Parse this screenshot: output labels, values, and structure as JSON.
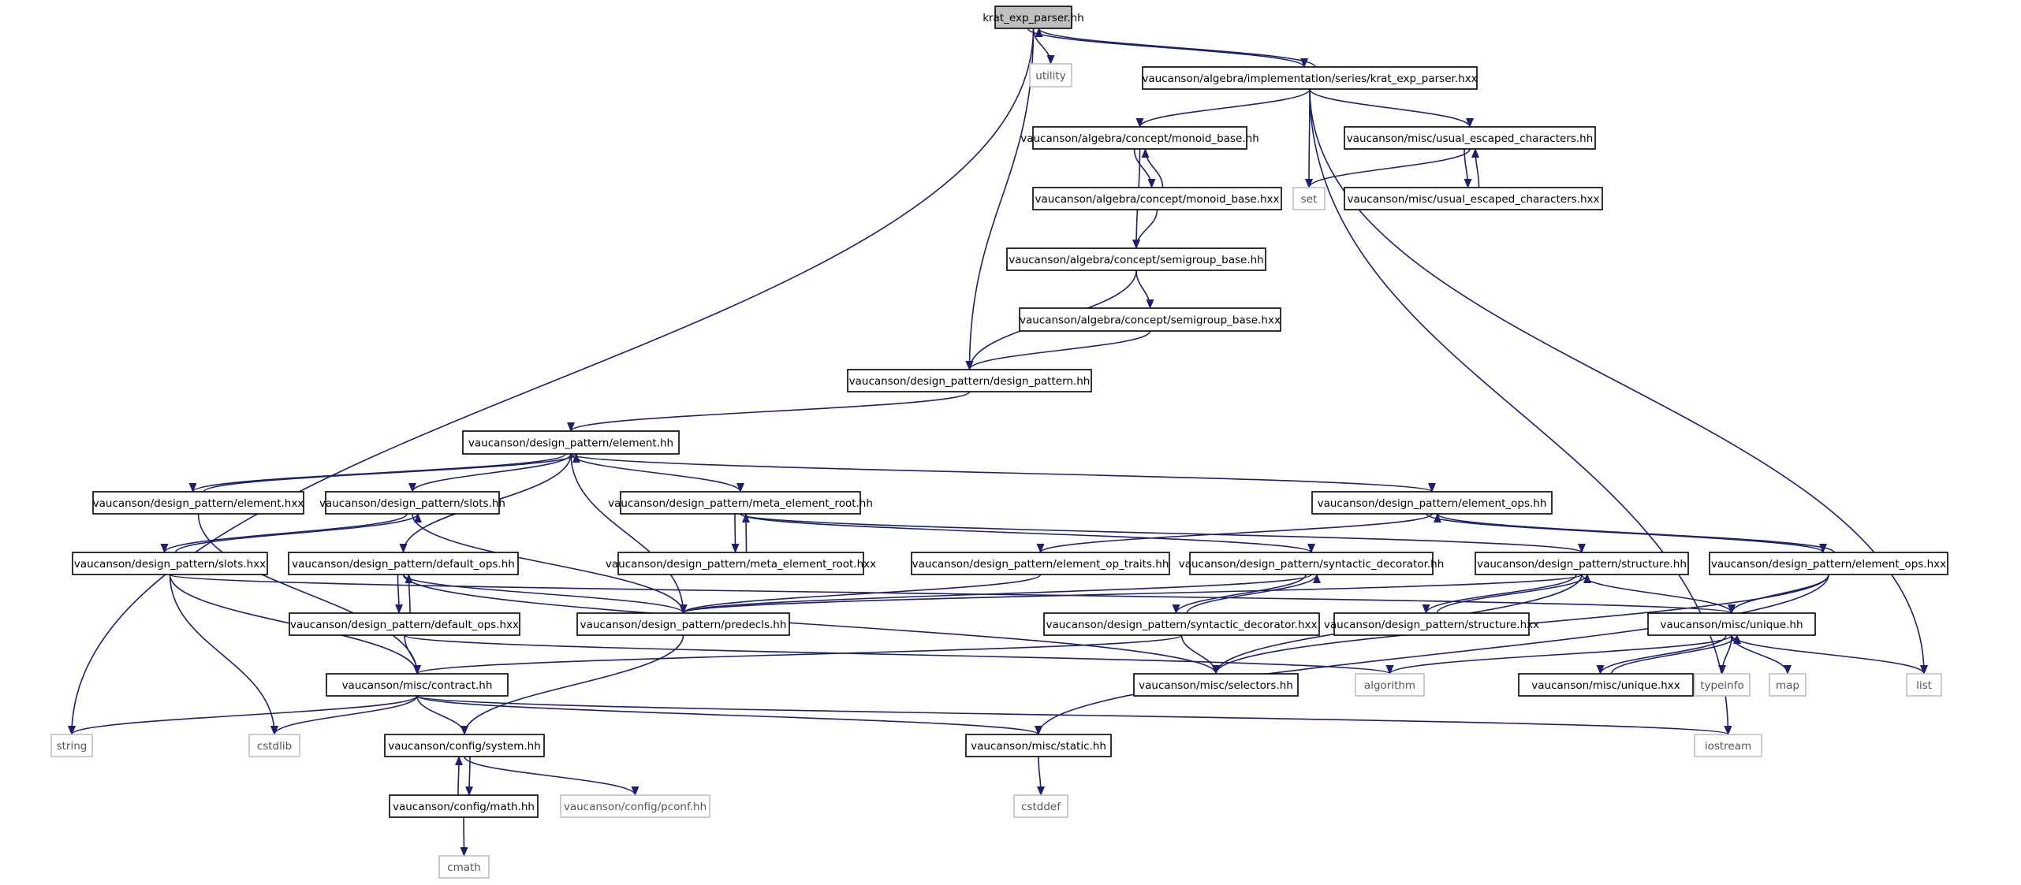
{
  "colors": {
    "edge": "#1b1f6e",
    "box_border": "#000000",
    "external_border": "#bfbfbf",
    "root_fill": "#bfbfbf",
    "fill": "#ffffff"
  },
  "graph": {
    "nodes": [
      {
        "id": "root",
        "label": "krat_exp_parser.hh",
        "kind": "root"
      },
      {
        "id": "utility",
        "label": "utility",
        "kind": "external"
      },
      {
        "id": "series_hxx",
        "label": "vaucanson/algebra/implementation/series/krat_exp_parser.hxx",
        "kind": "file"
      },
      {
        "id": "monoid_hh",
        "label": "vaucanson/algebra/concept/monoid_base.hh",
        "kind": "file"
      },
      {
        "id": "usual_hh",
        "label": "vaucanson/misc/usual_escaped_characters.hh",
        "kind": "file"
      },
      {
        "id": "monoid_hxx",
        "label": "vaucanson/algebra/concept/monoid_base.hxx",
        "kind": "file"
      },
      {
        "id": "set",
        "label": "set",
        "kind": "external"
      },
      {
        "id": "usual_hxx",
        "label": "vaucanson/misc/usual_escaped_characters.hxx",
        "kind": "file"
      },
      {
        "id": "semigroup_hh",
        "label": "vaucanson/algebra/concept/semigroup_base.hh",
        "kind": "file"
      },
      {
        "id": "semigroup_hxx",
        "label": "vaucanson/algebra/concept/semigroup_base.hxx",
        "kind": "file"
      },
      {
        "id": "dp_hh",
        "label": "vaucanson/design_pattern/design_pattern.hh",
        "kind": "file"
      },
      {
        "id": "element_hh",
        "label": "vaucanson/design_pattern/element.hh",
        "kind": "file"
      },
      {
        "id": "element_hxx",
        "label": "vaucanson/design_pattern/element.hxx",
        "kind": "file"
      },
      {
        "id": "slots_hh",
        "label": "vaucanson/design_pattern/slots.hh",
        "kind": "file"
      },
      {
        "id": "mer_hh",
        "label": "vaucanson/design_pattern/meta_element_root.hh",
        "kind": "file"
      },
      {
        "id": "eops_hh",
        "label": "vaucanson/design_pattern/element_ops.hh",
        "kind": "file"
      },
      {
        "id": "slots_hxx",
        "label": "vaucanson/design_pattern/slots.hxx",
        "kind": "file"
      },
      {
        "id": "dops_hh",
        "label": "vaucanson/design_pattern/default_ops.hh",
        "kind": "file"
      },
      {
        "id": "mer_hxx",
        "label": "vaucanson/design_pattern/meta_element_root.hxx",
        "kind": "file"
      },
      {
        "id": "eopt_hh",
        "label": "vaucanson/design_pattern/element_op_traits.hh",
        "kind": "file"
      },
      {
        "id": "sdec_hh",
        "label": "vaucanson/design_pattern/syntactic_decorator.hh",
        "kind": "file"
      },
      {
        "id": "struct_hh",
        "label": "vaucanson/design_pattern/structure.hh",
        "kind": "file"
      },
      {
        "id": "eops_hxx",
        "label": "vaucanson/design_pattern/element_ops.hxx",
        "kind": "file"
      },
      {
        "id": "dops_hxx",
        "label": "vaucanson/design_pattern/default_ops.hxx",
        "kind": "file"
      },
      {
        "id": "predecls",
        "label": "vaucanson/design_pattern/predecls.hh",
        "kind": "file"
      },
      {
        "id": "sdec_hxx",
        "label": "vaucanson/design_pattern/syntactic_decorator.hxx",
        "kind": "file"
      },
      {
        "id": "struct_hxx",
        "label": "vaucanson/design_pattern/structure.hxx",
        "kind": "file"
      },
      {
        "id": "unique_hh",
        "label": "vaucanson/misc/unique.hh",
        "kind": "file"
      },
      {
        "id": "contract",
        "label": "vaucanson/misc/contract.hh",
        "kind": "file"
      },
      {
        "id": "selectors",
        "label": "vaucanson/misc/selectors.hh",
        "kind": "file"
      },
      {
        "id": "algorithm",
        "label": "algorithm",
        "kind": "external"
      },
      {
        "id": "unique_hxx",
        "label": "vaucanson/misc/unique.hxx",
        "kind": "file"
      },
      {
        "id": "typeinfo",
        "label": "typeinfo",
        "kind": "external"
      },
      {
        "id": "map",
        "label": "map",
        "kind": "external"
      },
      {
        "id": "list",
        "label": "list",
        "kind": "external"
      },
      {
        "id": "string",
        "label": "string",
        "kind": "external"
      },
      {
        "id": "cstdlib",
        "label": "cstdlib",
        "kind": "external"
      },
      {
        "id": "system",
        "label": "vaucanson/config/system.hh",
        "kind": "file"
      },
      {
        "id": "static",
        "label": "vaucanson/misc/static.hh",
        "kind": "file"
      },
      {
        "id": "iostream",
        "label": "iostream",
        "kind": "external"
      },
      {
        "id": "math",
        "label": "vaucanson/config/math.hh",
        "kind": "file"
      },
      {
        "id": "pconf",
        "label": "vaucanson/config/pconf.hh",
        "kind": "external"
      },
      {
        "id": "cstddef",
        "label": "cstddef",
        "kind": "external"
      },
      {
        "id": "cmath",
        "label": "cmath",
        "kind": "external"
      }
    ],
    "edges": [
      [
        "root",
        "utility"
      ],
      [
        "root",
        "series_hxx"
      ],
      [
        "series_hxx",
        "root"
      ],
      [
        "root",
        "string"
      ],
      [
        "root",
        "dp_hh"
      ],
      [
        "series_hxx",
        "monoid_hh"
      ],
      [
        "series_hxx",
        "usual_hh"
      ],
      [
        "series_hxx",
        "set"
      ],
      [
        "series_hxx",
        "list"
      ],
      [
        "series_hxx",
        "iostream"
      ],
      [
        "monoid_hh",
        "monoid_hxx"
      ],
      [
        "monoid_hxx",
        "monoid_hh"
      ],
      [
        "monoid_hh",
        "semigroup_hh"
      ],
      [
        "monoid_hxx",
        "semigroup_hh"
      ],
      [
        "usual_hh",
        "set"
      ],
      [
        "usual_hh",
        "usual_hxx"
      ],
      [
        "usual_hxx",
        "usual_hh"
      ],
      [
        "semigroup_hh",
        "semigroup_hxx"
      ],
      [
        "semigroup_hh",
        "dp_hh"
      ],
      [
        "semigroup_hxx",
        "dp_hh"
      ],
      [
        "dp_hh",
        "element_hh"
      ],
      [
        "element_hh",
        "element_hxx"
      ],
      [
        "element_hxx",
        "element_hh"
      ],
      [
        "element_hh",
        "slots_hh"
      ],
      [
        "element_hh",
        "mer_hh"
      ],
      [
        "element_hh",
        "eops_hh"
      ],
      [
        "element_hh",
        "dops_hh"
      ],
      [
        "element_hh",
        "predecls"
      ],
      [
        "element_hxx",
        "contract"
      ],
      [
        "slots_hh",
        "slots_hxx"
      ],
      [
        "slots_hxx",
        "slots_hh"
      ],
      [
        "slots_hh",
        "predecls"
      ],
      [
        "slots_hxx",
        "contract"
      ],
      [
        "slots_hxx",
        "cstdlib"
      ],
      [
        "slots_hxx",
        "unique_hh"
      ],
      [
        "mer_hh",
        "mer_hxx"
      ],
      [
        "mer_hxx",
        "mer_hh"
      ],
      [
        "mer_hh",
        "sdec_hh"
      ],
      [
        "mer_hh",
        "struct_hh"
      ],
      [
        "eops_hh",
        "eops_hxx"
      ],
      [
        "eops_hxx",
        "eops_hh"
      ],
      [
        "eops_hh",
        "eopt_hh"
      ],
      [
        "eops_hxx",
        "unique_hh"
      ],
      [
        "eops_hxx",
        "selectors"
      ],
      [
        "eops_hxx",
        "static"
      ],
      [
        "dops_hh",
        "dops_hxx"
      ],
      [
        "dops_hxx",
        "dops_hh"
      ],
      [
        "dops_hh",
        "predecls"
      ],
      [
        "dops_hh",
        "selectors"
      ],
      [
        "dops_hxx",
        "contract"
      ],
      [
        "dops_hxx",
        "algorithm"
      ],
      [
        "eopt_hh",
        "predecls"
      ],
      [
        "sdec_hh",
        "sdec_hxx"
      ],
      [
        "sdec_hxx",
        "sdec_hh"
      ],
      [
        "sdec_hh",
        "predecls"
      ],
      [
        "sdec_hxx",
        "contract"
      ],
      [
        "sdec_hxx",
        "selectors"
      ],
      [
        "struct_hh",
        "struct_hxx"
      ],
      [
        "struct_hxx",
        "struct_hh"
      ],
      [
        "struct_hh",
        "predecls"
      ],
      [
        "struct_hh",
        "unique_hh"
      ],
      [
        "struct_hh",
        "selectors"
      ],
      [
        "predecls",
        "system"
      ],
      [
        "unique_hh",
        "unique_hxx"
      ],
      [
        "unique_hxx",
        "unique_hh"
      ],
      [
        "unique_hh",
        "algorithm"
      ],
      [
        "unique_hh",
        "typeinfo"
      ],
      [
        "unique_hh",
        "map"
      ],
      [
        "unique_hh",
        "list"
      ],
      [
        "contract",
        "string"
      ],
      [
        "contract",
        "cstdlib"
      ],
      [
        "contract",
        "system"
      ],
      [
        "contract",
        "static"
      ],
      [
        "contract",
        "iostream"
      ],
      [
        "system",
        "math"
      ],
      [
        "math",
        "system"
      ],
      [
        "system",
        "pconf"
      ],
      [
        "static",
        "cstddef"
      ],
      [
        "math",
        "cmath"
      ]
    ]
  }
}
